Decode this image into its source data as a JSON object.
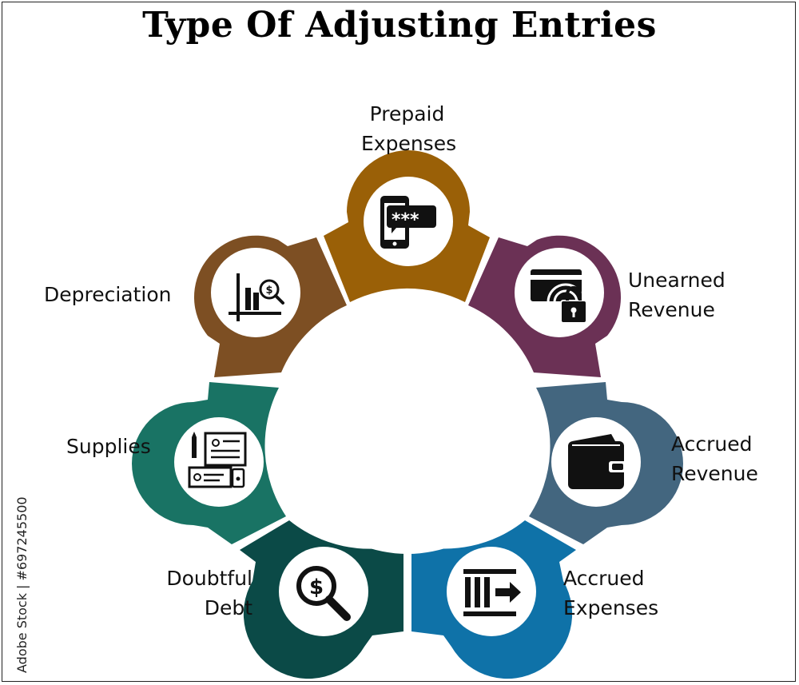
{
  "title": "Type Of Adjusting Entries",
  "stock_id": "Adobe Stock | #697245500",
  "items": [
    {
      "key": "prepaid",
      "lines": [
        "Prepaid",
        "Expenses"
      ],
      "color": "#9a6007",
      "icon": "phone-password-icon"
    },
    {
      "key": "unearned",
      "lines": [
        "Unearned",
        "Revenue"
      ],
      "color": "#6b3155",
      "icon": "card-lock-icon"
    },
    {
      "key": "accrued_revenue",
      "lines": [
        "Accrued",
        "Revenue"
      ],
      "color": "#43667f",
      "icon": "wallet-icon"
    },
    {
      "key": "accrued_expenses",
      "lines": [
        "Accrued",
        "Expenses"
      ],
      "color": "#0f72a8",
      "icon": "bars-arrow-icon"
    },
    {
      "key": "doubtful",
      "lines": [
        "Doubtful",
        "Debt"
      ],
      "color": "#0b4a47",
      "icon": "dollar-search-icon"
    },
    {
      "key": "supplies",
      "lines": [
        "Supplies"
      ],
      "color": "#197364",
      "icon": "documents-icon"
    },
    {
      "key": "depreciation",
      "lines": [
        "Depreciation"
      ],
      "color": "#7d4f23",
      "icon": "chart-dollar-search-icon"
    }
  ]
}
